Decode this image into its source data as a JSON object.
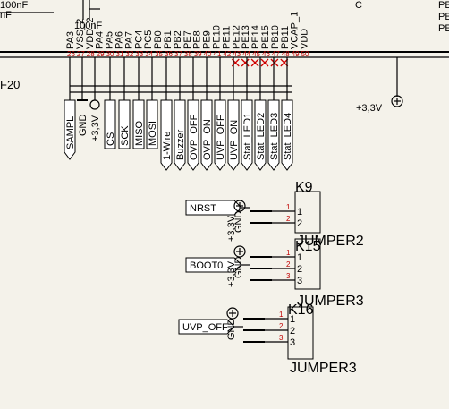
{
  "top_fragments": {
    "cap_value_a": "100nF",
    "cap_value_b": "nF",
    "cap_value_c": "100nF",
    "net_left": "F20",
    "corner_c": "C"
  },
  "chip_pins": [
    {
      "name": "PA3",
      "num": "26",
      "nc": false
    },
    {
      "name": "VSS_2",
      "num": "27",
      "nc": false
    },
    {
      "name": "VDD_2",
      "num": "28",
      "nc": false
    },
    {
      "name": "PA4",
      "num": "29",
      "nc": false
    },
    {
      "name": "PA5",
      "num": "30",
      "nc": false
    },
    {
      "name": "PA6",
      "num": "31",
      "nc": false
    },
    {
      "name": "PA7",
      "num": "32",
      "nc": false
    },
    {
      "name": "PC4",
      "num": "33",
      "nc": false
    },
    {
      "name": "PC5",
      "num": "34",
      "nc": false
    },
    {
      "name": "PB0",
      "num": "35",
      "nc": false
    },
    {
      "name": "PB1",
      "num": "36",
      "nc": false
    },
    {
      "name": "PB2",
      "num": "37",
      "nc": false
    },
    {
      "name": "PE7",
      "num": "38",
      "nc": false
    },
    {
      "name": "PE8",
      "num": "39",
      "nc": false
    },
    {
      "name": "PE9",
      "num": "40",
      "nc": false
    },
    {
      "name": "PE10",
      "num": "41",
      "nc": false
    },
    {
      "name": "PE11",
      "num": "42",
      "nc": false
    },
    {
      "name": "PE12",
      "num": "43",
      "nc": true
    },
    {
      "name": "PE13",
      "num": "44",
      "nc": true
    },
    {
      "name": "PE14",
      "num": "45",
      "nc": true
    },
    {
      "name": "PE15",
      "num": "46",
      "nc": true
    },
    {
      "name": "PB10",
      "num": "47",
      "nc": true
    },
    {
      "name": "PB11",
      "num": "48",
      "nc": true
    },
    {
      "name": "VCAP_1",
      "num": "49",
      "nc": false
    },
    {
      "name": "VDD",
      "num": "50",
      "nc": false
    }
  ],
  "right_pins": [
    "PE",
    "PE",
    "PE"
  ],
  "nets": [
    {
      "label": "SAMPL",
      "kind": "pentagon"
    },
    {
      "label": "GND",
      "kind": "plain"
    },
    {
      "label": "+3,3V",
      "kind": "plain"
    },
    {
      "label": "CS",
      "kind": "box"
    },
    {
      "label": "SCK",
      "kind": "box"
    },
    {
      "label": "MISO",
      "kind": "box"
    },
    {
      "label": "MOSI",
      "kind": "box"
    },
    {
      "label": "1-Wire",
      "kind": "pentagon"
    },
    {
      "label": "Buzzer",
      "kind": "pentagon"
    },
    {
      "label": "OVP_OFF",
      "kind": "pentagon"
    },
    {
      "label": "OVP_ON",
      "kind": "pentagon"
    },
    {
      "label": "UVP_OFF",
      "kind": "pentagon"
    },
    {
      "label": "UVP_ON",
      "kind": "pentagon"
    },
    {
      "label": "Stat_LED1",
      "kind": "pentagon"
    },
    {
      "label": "Stat_LED2",
      "kind": "pentagon"
    },
    {
      "label": "Stat_LED3",
      "kind": "pentagon"
    },
    {
      "label": "Stat_LED4",
      "kind": "pentagon"
    }
  ],
  "power": {
    "vcc_label": "+3,3V"
  },
  "jumpers": [
    {
      "ref": "K9",
      "value": "JUMPER2",
      "pins": [
        "1",
        "2"
      ],
      "net": "NRST",
      "gnd": "GND",
      "vcc": "+3,3V"
    },
    {
      "ref": "K15",
      "value": "JUMPER3",
      "pins": [
        "1",
        "2",
        "3"
      ],
      "net": "BOOT0",
      "gnd": "GND",
      "vcc": "+3,3V"
    },
    {
      "ref": "K16",
      "value": "JUMPER3",
      "pins": [
        "1",
        "2",
        "3"
      ],
      "net": "UVP_OFF",
      "gnd": "GND",
      "vcc": ""
    }
  ]
}
